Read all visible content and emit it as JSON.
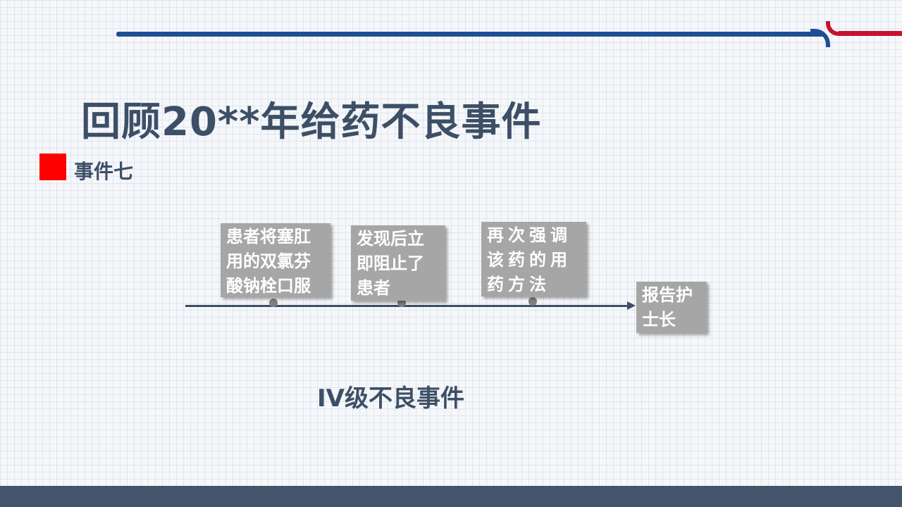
{
  "slide": {
    "title": "回顾20**年给药不良事件",
    "section": "事件七"
  },
  "timeline": {
    "steps": [
      {
        "lines": [
          "患者将塞肛",
          "用的双氯芬",
          "酸钠栓口服"
        ]
      },
      {
        "lines": [
          "发现后立",
          "即阻止了",
          "患者"
        ]
      },
      {
        "lines": [
          "再次强调",
          "该药的用",
          "药方法"
        ]
      },
      {
        "lines": [
          "报告护",
          "士长"
        ]
      }
    ]
  },
  "conclusion": "IV级不良事件",
  "colors": {
    "title_text": "#3d4f66",
    "accent_red": "#ff0000",
    "top_blue": "#1f4e96",
    "top_red": "#c8102e",
    "step_box": "#a6a6a6",
    "footer": "#44546a"
  }
}
